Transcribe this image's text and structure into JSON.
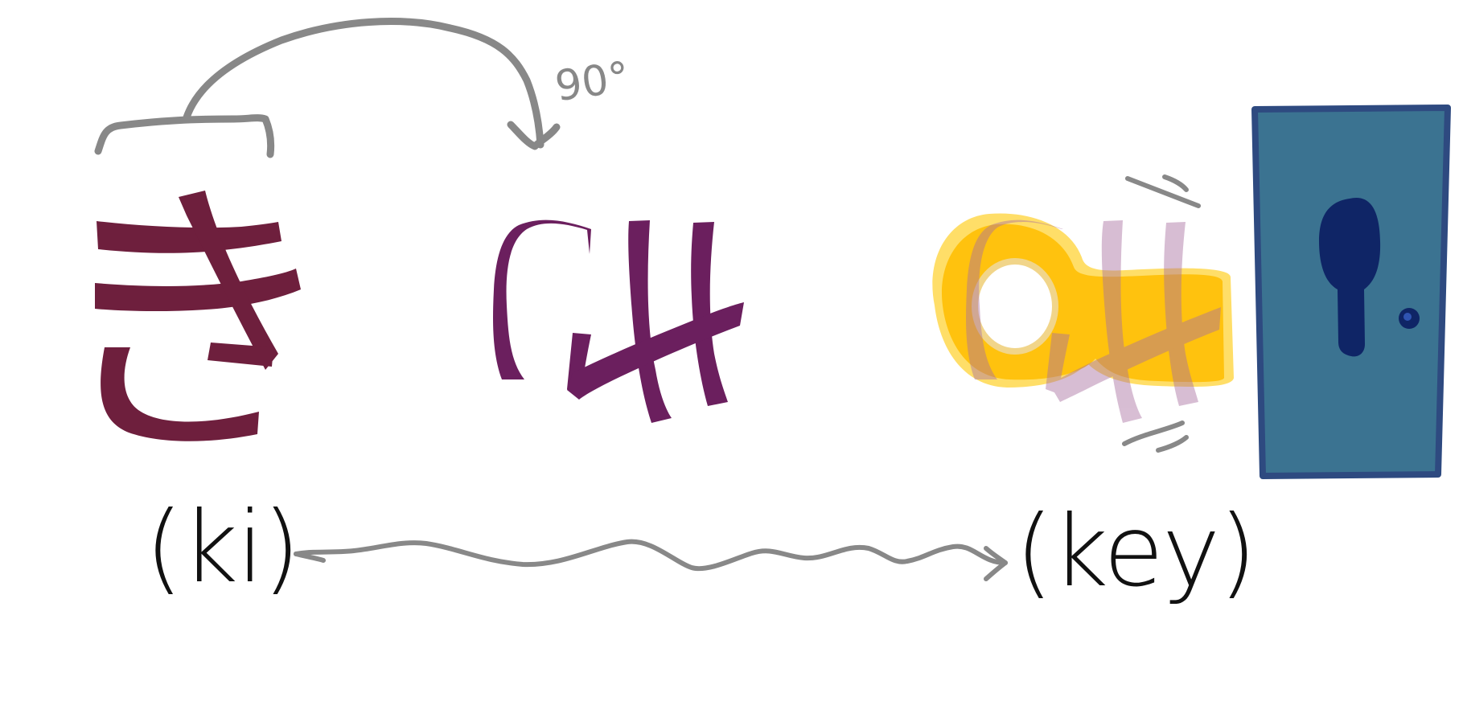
{
  "reading_ki": "(ki)",
  "reading_key": "(key)",
  "rotation": "90°",
  "hiragana_char": "き",
  "colors": {
    "ki_char": "#6e1f3d",
    "rotated_char": "#6b1f5e",
    "key": "#ffc20e",
    "key_halo": "#ffd84d",
    "door": "#3b7391",
    "door_border": "#2e4a80",
    "keyhole": "#0f2566",
    "arrow": "#888888",
    "text": "#111111"
  },
  "icons": [
    "hiragana-ki",
    "rotated-ki",
    "key-icon",
    "door-icon",
    "keyhole-icon",
    "curved-arrow-icon",
    "wavy-arrow-icon"
  ]
}
